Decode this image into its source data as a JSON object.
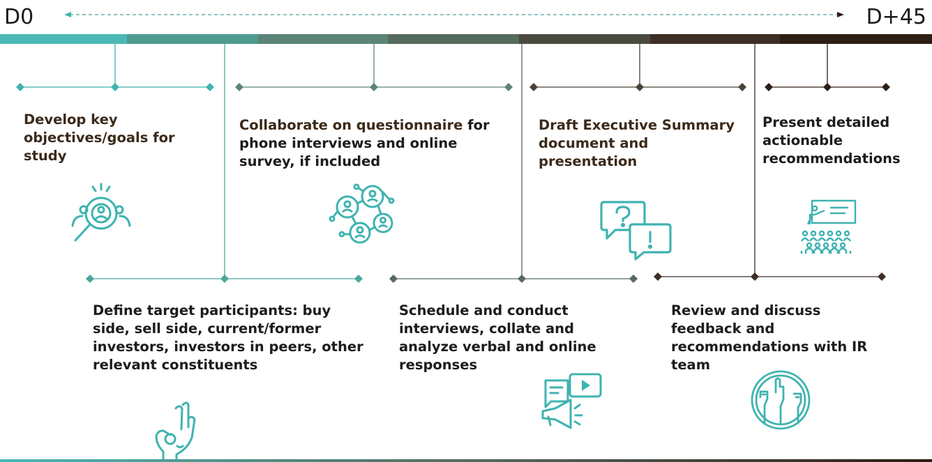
{
  "header": {
    "start_label": "D0",
    "end_label": "D+45"
  },
  "colors": {
    "seg1": "#4bb8b5",
    "seg2": "#4f9a8f",
    "seg3": "#5c8479",
    "seg4": "#556b5d",
    "seg5": "#4a4a3e",
    "seg6": "#3e2e26",
    "seg7": "#2e1d14",
    "accent": "#3fb3b0"
  },
  "steps": {
    "s1": {
      "highlight": "Develop key objectives/goals for study",
      "rest": ""
    },
    "s2": {
      "text": "Define target participants: buy side, sell side, current/former investors, investors in peers, other relevant constituents"
    },
    "s3": {
      "highlight": "Collaborate on questionnaire",
      "rest": " for phone interviews and online survey, if included"
    },
    "s4": {
      "text": "Schedule and conduct interviews, collate and analyze verbal and online responses"
    },
    "s5": {
      "highlight": "Draft Executive Summary document and presentation",
      "rest": ""
    },
    "s6": {
      "text": "Review and discuss feedback and recommendations with IR team"
    },
    "s7": {
      "text": "Present detailed actionable recommendations"
    }
  },
  "icons": {
    "s1": "search-person-icon",
    "s2": "ok-hand-icon",
    "s3": "network-people-icon",
    "s4": "media-megaphone-icon",
    "s5": "question-exclamation-bubbles-icon",
    "s6": "raised-hands-icon",
    "s7": "presentation-audience-icon"
  }
}
